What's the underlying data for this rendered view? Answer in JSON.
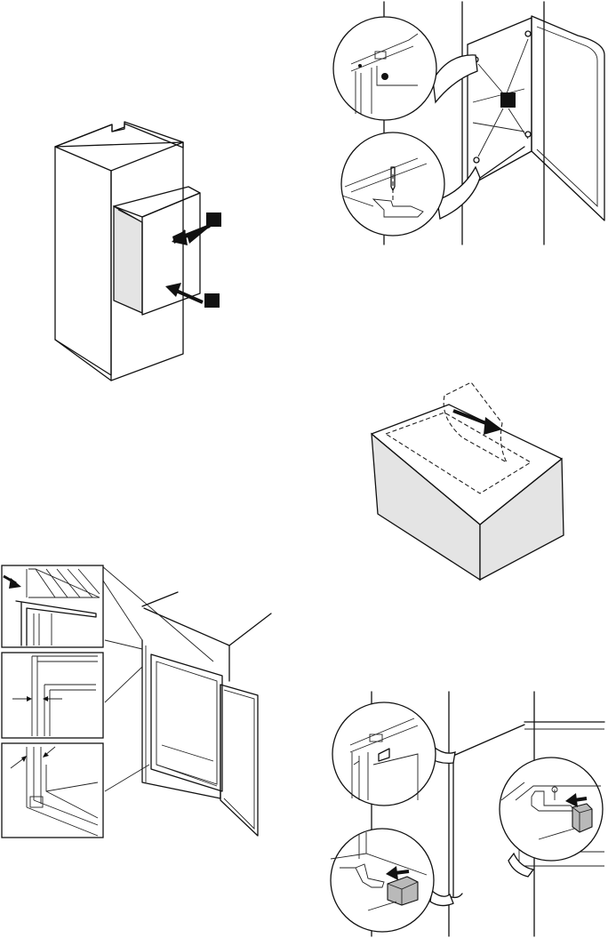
{
  "figures": [
    {
      "id": "insert-appliance",
      "markers": [
        "",
        ""
      ]
    },
    {
      "id": "screw-fixing",
      "markers": [
        ""
      ]
    },
    {
      "id": "cover-strip",
      "markers": []
    },
    {
      "id": "door-gap-check",
      "markers": []
    },
    {
      "id": "fit-covers",
      "markers": []
    }
  ],
  "colors": {
    "line": "#111111",
    "panel": "#e4e4e4",
    "dark_panel": "#b9b9b9",
    "marker": "#111111"
  }
}
